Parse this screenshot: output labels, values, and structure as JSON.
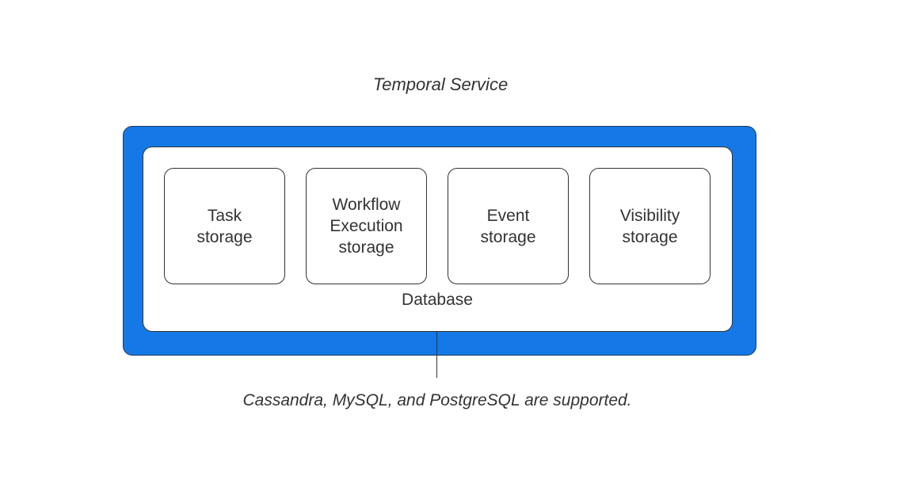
{
  "service": {
    "title": "Temporal Service",
    "color": "#1479e6"
  },
  "database": {
    "label": "Database",
    "storages": [
      {
        "label": "Task\nstorage"
      },
      {
        "label": "Workflow\nExecution\nstorage"
      },
      {
        "label": "Event\nstorage"
      },
      {
        "label": "Visibility\nstorage"
      }
    ]
  },
  "note": "Cassandra, MySQL, and PostgreSQL are supported."
}
